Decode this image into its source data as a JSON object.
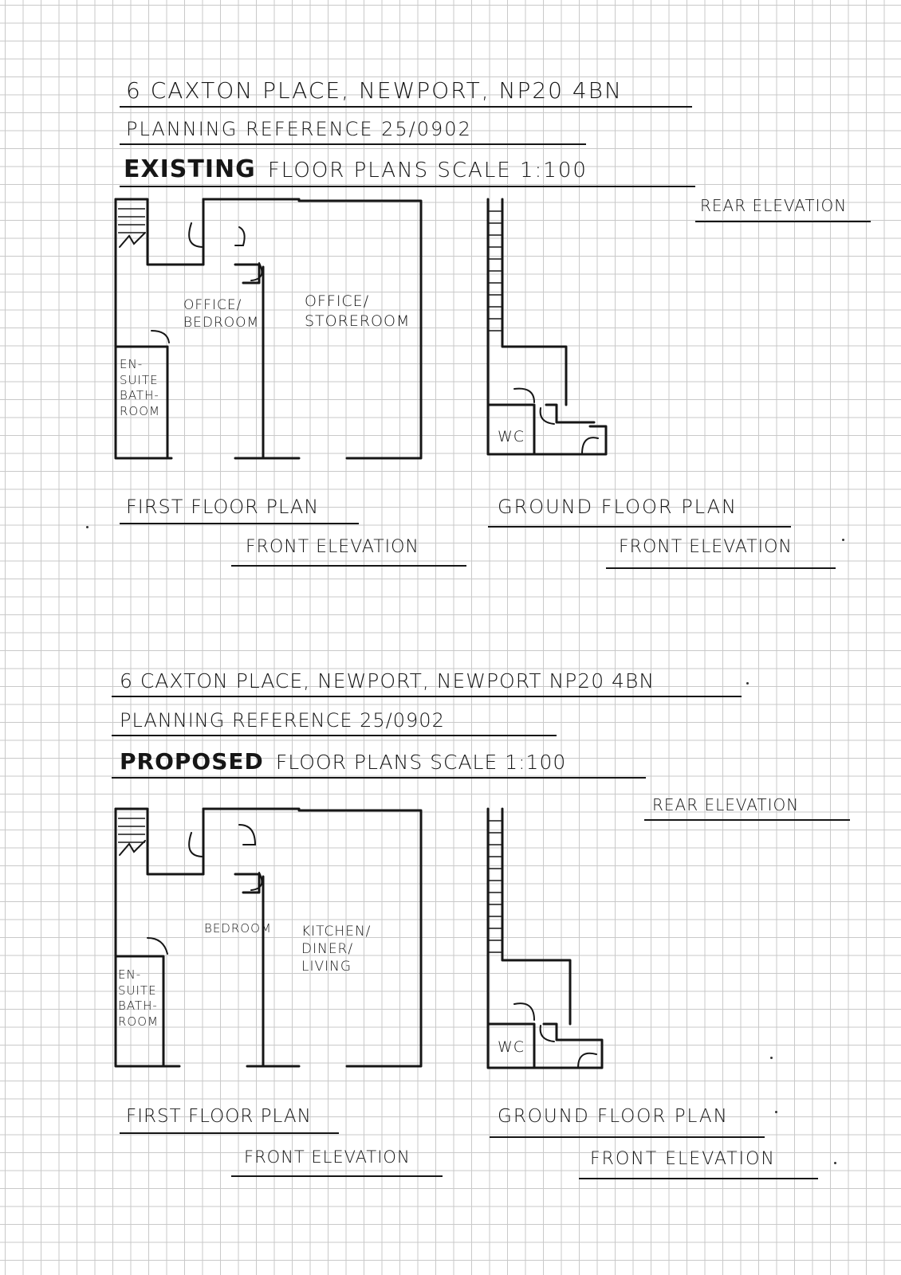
{
  "existing": {
    "address": "6 CAXTON PLACE, NEWPORT, NP20 4BN",
    "planning_ref": "PLANNING REFERENCE 25/0902",
    "heading_bold": "EXISTING",
    "heading_rest": "FLOOR PLANS SCALE 1:100",
    "rear_elevation": "REAR ELEVATION",
    "first_floor": {
      "rooms": [
        "OFFICE/\nBEDROOM",
        "OFFICE/\nSTOREROOM",
        "EN-\nSUITE\nBATH-\nROOM"
      ],
      "label": "FIRST FLOOR PLAN",
      "front": "FRONT ELEVATION"
    },
    "ground_floor": {
      "wc": "WC",
      "label": "GROUND FLOOR PLAN",
      "front": "FRONT ELEVATION"
    }
  },
  "proposed": {
    "address": "6 CAXTON PLACE, NEWPORT, NEWPORT NP20 4BN",
    "planning_ref": "PLANNING REFERENCE 25/0902",
    "heading_bold": "PROPOSED",
    "heading_rest": "FLOOR PLANS SCALE 1:100",
    "rear_elevation": "REAR ELEVATION",
    "first_floor": {
      "rooms": [
        "BEDROOM",
        "KITCHEN/\nDINER/\nLIVING",
        "EN-\nSUITE\nBATH-\nROOM"
      ],
      "label": "FIRST FLOOR PLAN",
      "front": "FRONT ELEVATION"
    },
    "ground_floor": {
      "wc": "WC",
      "label": "GROUND FLOOR PLAN",
      "front": "FRONT ELEVATION"
    }
  }
}
